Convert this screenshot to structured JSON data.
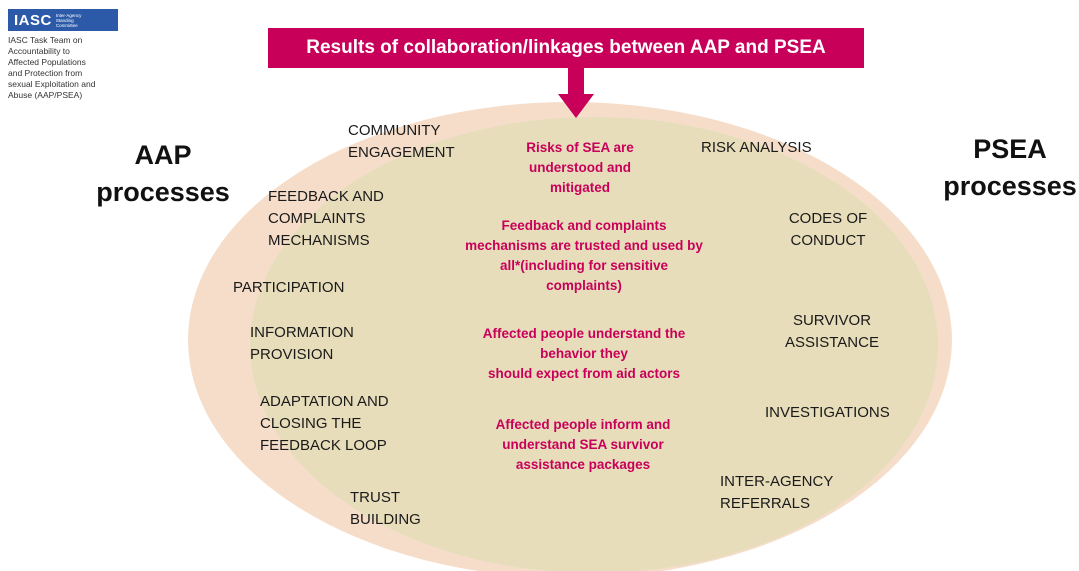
{
  "logo": {
    "abbr": "IASC",
    "full": "Inter-Agency Standing Committee",
    "caption": "IASC Task Team on\nAccountability to\nAffected Populations\nand Protection from\nsexual Exploitation and\nAbuse (AAP/PSEA)"
  },
  "banner": "Results of collaboration/linkages between AAP and PSEA",
  "colors": {
    "aap_circle": "#f5ddc9",
    "psea_circle": "#dcebcf",
    "overlap": "#e7ddba",
    "accent": "#c8005a"
  },
  "aap": {
    "title": "AAP\nprocesses",
    "items": [
      "COMMUNITY\nENGAGEMENT",
      "FEEDBACK AND\nCOMPLAINTS\nMECHANISMS",
      "PARTICIPATION",
      "INFORMATION\nPROVISION",
      "ADAPTATION AND\nCLOSING THE\nFEEDBACK LOOP",
      "TRUST\nBUILDING"
    ]
  },
  "psea": {
    "title": "PSEA\nprocesses",
    "items": [
      "RISK ANALYSIS",
      "CODES OF\nCONDUCT",
      "SURVIVOR\nASSISTANCE",
      "INVESTIGATIONS",
      "INTER-AGENCY\nREFERRALS"
    ]
  },
  "results": [
    "Risks of SEA are\nunderstood and\nmitigated",
    "Feedback and complaints\nmechanisms are trusted and used by\nall*(including for sensitive\ncomplaints)",
    "Affected people understand the\nbehavior they\nshould expect from aid actors",
    "Affected people inform and\nunderstand SEA survivor\nassistance packages"
  ]
}
